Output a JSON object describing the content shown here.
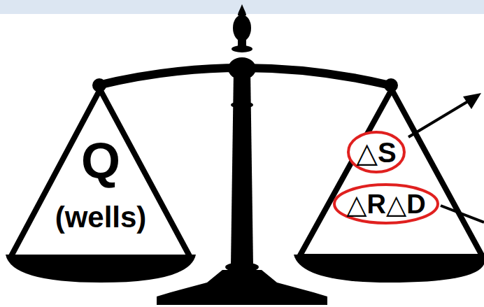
{
  "diagram": {
    "nodes": [
      {
        "text": [
          "Q",
          "(wells)"
        ]
      },
      {
        "text": [
          "△S"
        ]
      },
      {
        "text": [
          "△R△D"
        ]
      }
    ]
  }
}
